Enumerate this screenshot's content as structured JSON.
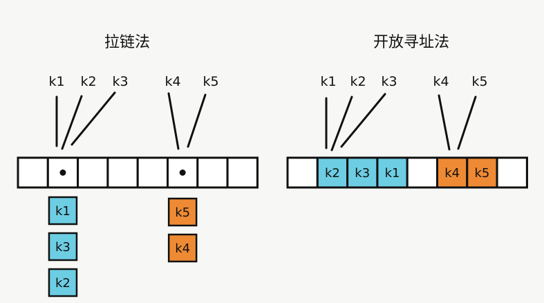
{
  "colors": {
    "blue": "#6dcde3",
    "orange": "#ef8a34",
    "stroke": "#111111",
    "empty": "#ffffff"
  },
  "chaining": {
    "title": "拉链法",
    "keys": [
      "k1",
      "k2",
      "k3",
      "k4",
      "k5"
    ],
    "cells": [
      "",
      "dot",
      "",
      "",
      "",
      "dot",
      "",
      ""
    ],
    "chains": [
      {
        "bucket": 1,
        "color": "blue",
        "items": [
          "k1",
          "k3",
          "k2"
        ]
      },
      {
        "bucket": 5,
        "color": "orange",
        "items": [
          "k5",
          "k4"
        ]
      }
    ]
  },
  "open_addressing": {
    "title": "开放寻址法",
    "keys": [
      "k1",
      "k2",
      "k3",
      "k4",
      "k5"
    ],
    "cells": [
      {
        "label": "",
        "color": "empty"
      },
      {
        "label": "k2",
        "color": "blue"
      },
      {
        "label": "k3",
        "color": "blue"
      },
      {
        "label": "k1",
        "color": "blue"
      },
      {
        "label": "",
        "color": "empty"
      },
      {
        "label": "k4",
        "color": "orange"
      },
      {
        "label": "k5",
        "color": "orange"
      },
      {
        "label": "",
        "color": "empty"
      }
    ]
  }
}
